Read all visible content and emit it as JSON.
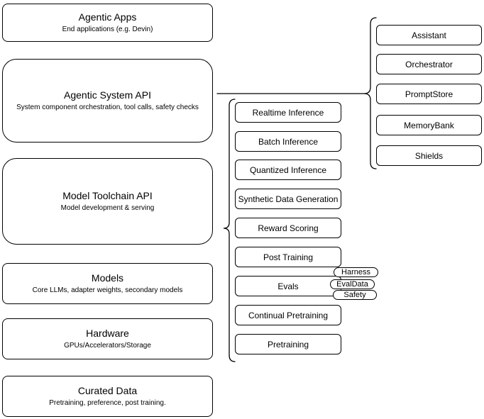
{
  "stack": [
    {
      "title": "Agentic Apps",
      "subtitle": "End applications (e.g. Devin)"
    },
    {
      "title": "Agentic System API",
      "subtitle": "System component orchestration, tool calls, safety checks"
    },
    {
      "title": "Model Toolchain API",
      "subtitle": "Model development & serving"
    },
    {
      "title": "Models",
      "subtitle": "Core LLMs, adapter weights, secondary models"
    },
    {
      "title": "Hardware",
      "subtitle": "GPUs/Accelerators/Storage"
    },
    {
      "title": "Curated Data",
      "subtitle": "Pretraining, preference, post training."
    }
  ],
  "toolchain_items": [
    "Realtime Inference",
    "Batch Inference",
    "Quantized Inference",
    "Synthetic Data Generation",
    "Reward Scoring",
    "Post Training",
    "Evals",
    "Continual Pretraining",
    "Pretraining"
  ],
  "eval_tags": [
    "Harness",
    "EvalData",
    "Safety"
  ],
  "system_components": [
    "Assistant",
    "Orchestrator",
    "PromptStore",
    "MemoryBank",
    "Shields"
  ],
  "colors": {
    "stroke": "#000000",
    "fill": "#ffffff",
    "text": "#000000",
    "background": "#ffffff"
  }
}
